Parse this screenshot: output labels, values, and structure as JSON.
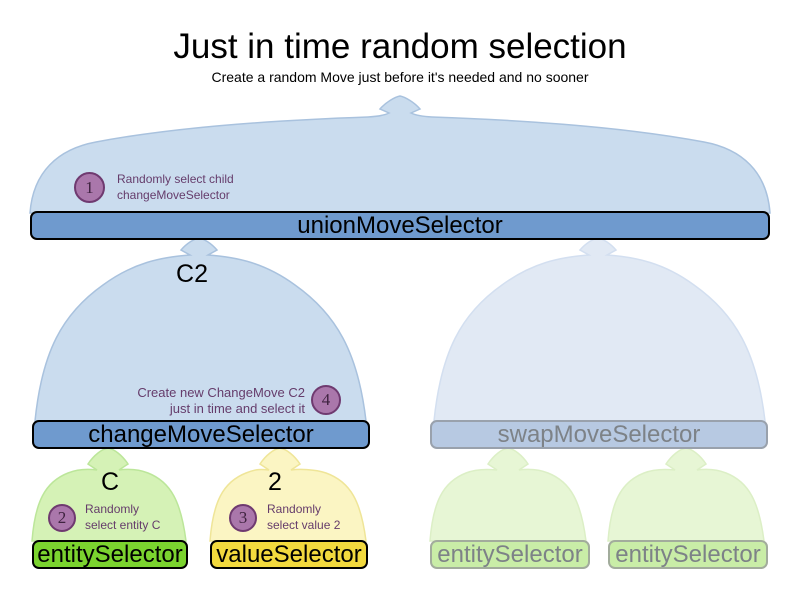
{
  "header": {
    "title": "Just in time random selection",
    "subtitle": "Create a random Move just before it's needed and no sooner"
  },
  "selectors": {
    "union": {
      "label": "unionMoveSelector"
    },
    "change": {
      "label": "changeMoveSelector",
      "result_label": "C2"
    },
    "swap": {
      "label": "swapMoveSelector"
    },
    "entity": {
      "label": "entitySelector",
      "result_label": "C"
    },
    "value": {
      "label": "valueSelector",
      "result_label": "2"
    },
    "swap_entity_left": {
      "label": "entitySelector"
    },
    "swap_entity_right": {
      "label": "entitySelector"
    }
  },
  "steps": [
    {
      "number": "1",
      "line1": "Randomly select child",
      "line2": "changeMoveSelector"
    },
    {
      "number": "2",
      "line1": "Randomly",
      "line2": "select entity C"
    },
    {
      "number": "3",
      "line1": "Randomly",
      "line2": "select value 2"
    },
    {
      "number": "4",
      "line1": "Create new ChangeMove C2",
      "line2": "just in time and select it"
    }
  ],
  "colors": {
    "active_dome": "#cadcee",
    "active_bar": "#6f9ace",
    "faded_dome": "#e1e9f4",
    "faded_bar": "#b7c9e2",
    "entity_dome": "#d5f2b6",
    "entity_bar": "#7bd32f",
    "value_dome": "#fbf5c3",
    "value_bar": "#f2d93e",
    "faded_entity_dome": "#e7f6d5",
    "faded_entity_bar": "#c9eda7",
    "badge_fill": "#aa77ab",
    "badge_border": "#6f3a70",
    "note_text": "#653c6b"
  }
}
